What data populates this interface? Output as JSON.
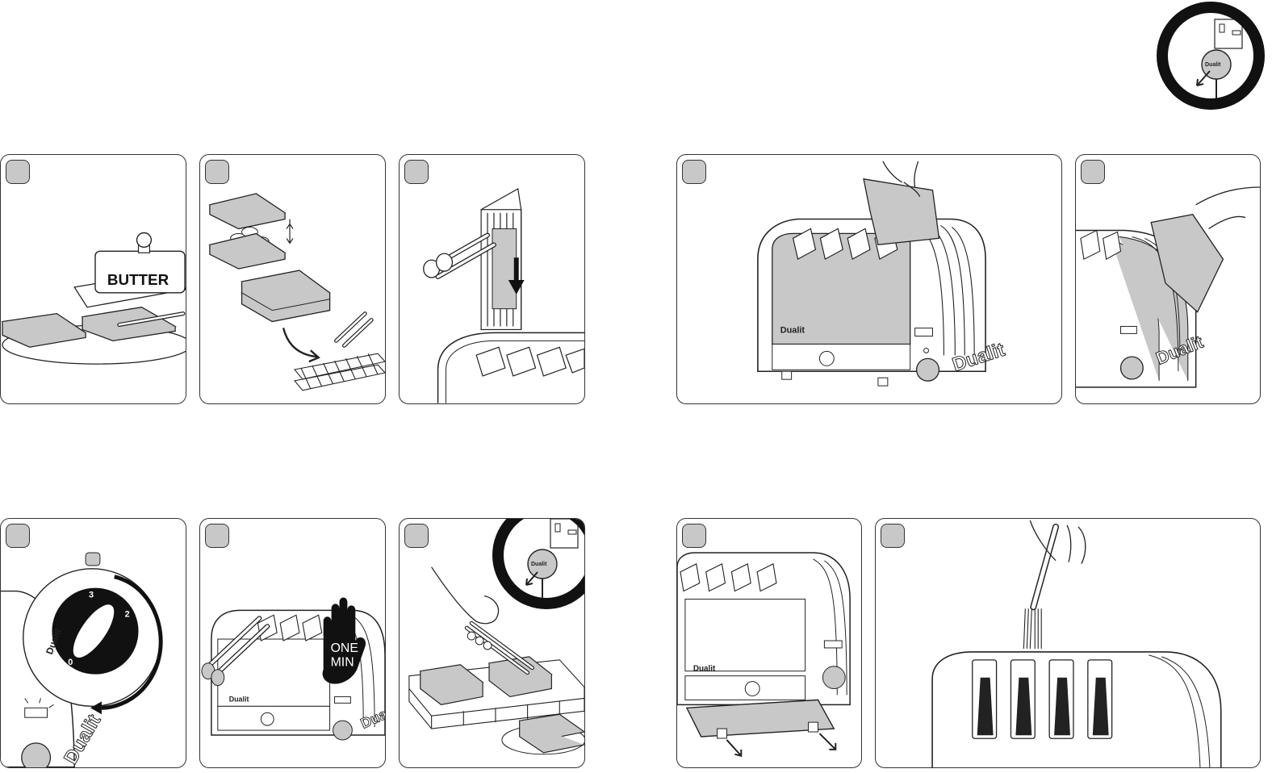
{
  "panels": {
    "butter": {
      "label": "BUTTER"
    },
    "one_minute": {
      "line1": "ONE",
      "line2": "MIN"
    },
    "dial": {
      "marks": [
        "3",
        "2",
        "0"
      ],
      "brand": "Dualit"
    },
    "brand": "Dualit"
  },
  "colors": {
    "grey_fill": "#c8c8c8",
    "stroke": "#222222",
    "ring": "#111111"
  }
}
